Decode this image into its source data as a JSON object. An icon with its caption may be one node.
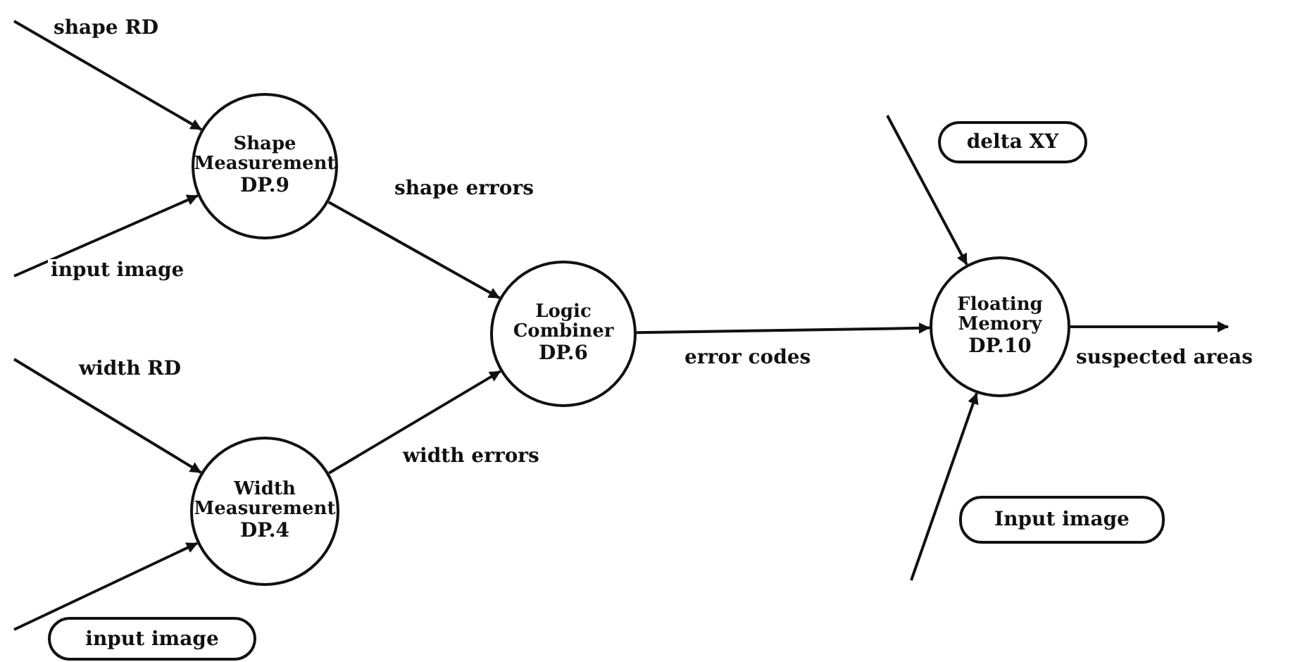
{
  "diagram": {
    "nodes": [
      {
        "text": [
          "Shape Measurement",
          "DP.9"
        ]
      },
      {
        "text": [
          "Width Measurement",
          "DP.4"
        ]
      },
      {
        "text": [
          "Logic Combiner",
          "DP.6"
        ]
      },
      {
        "text": [
          "Floating Memory",
          "DP.10"
        ]
      },
      {
        "text": [
          "delta XY"
        ]
      },
      {
        "text": [
          "Input image"
        ]
      },
      {
        "text": [
          "input image"
        ]
      }
    ],
    "edges": [
      {
        "from": null,
        "to": 0,
        "arrow": "to",
        "label": "shape RD"
      },
      {
        "from": null,
        "to": 0,
        "arrow": "to",
        "label": "input image"
      },
      {
        "from": null,
        "to": 1,
        "arrow": "to",
        "label": "width RD"
      },
      {
        "from": null,
        "to": 1,
        "arrow": "to"
      },
      {
        "from": 0,
        "to": 2,
        "arrow": "to",
        "label": "shape errors"
      },
      {
        "from": 1,
        "to": 2,
        "arrow": "to",
        "label": "width errors"
      },
      {
        "from": 2,
        "to": 3,
        "arrow": "to",
        "label": "error codes"
      },
      {
        "from": null,
        "to": 3,
        "arrow": "to"
      },
      {
        "from": null,
        "to": 3,
        "arrow": "to"
      },
      {
        "from": 3,
        "to": null,
        "arrow": "to",
        "label": "suspected areas"
      }
    ]
  }
}
